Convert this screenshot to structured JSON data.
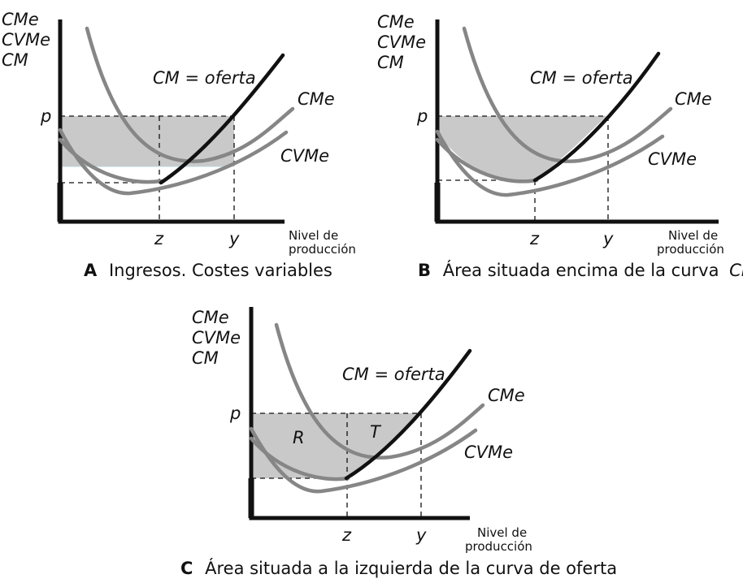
{
  "panels": [
    {
      "id": "A",
      "y_axis_labels": [
        "CMe",
        "CVMe",
        "CM"
      ],
      "price_label": "p",
      "x_tick_labels": [
        "z",
        "y"
      ],
      "x_axis_label_lines": [
        "Nivel de",
        "producción"
      ],
      "curve_labels": {
        "mc": "CM = oferta",
        "ac": "CMe",
        "avc": "CVMe"
      },
      "region_labels": [],
      "caption_letter": "A",
      "caption_text": "Ingresos. Costes variables",
      "caption_italic": ""
    },
    {
      "id": "B",
      "y_axis_labels": [
        "CMe",
        "CVMe",
        "CM"
      ],
      "price_label": "p",
      "x_tick_labels": [
        "z",
        "y"
      ],
      "x_axis_label_lines": [
        "Nivel de",
        "producción"
      ],
      "curve_labels": {
        "mc": "CM = oferta",
        "ac": "CMe",
        "avc": "CVMe"
      },
      "region_labels": [],
      "caption_letter": "B",
      "caption_text": "Área situada encima de la curva",
      "caption_italic": "CM"
    },
    {
      "id": "C",
      "y_axis_labels": [
        "CMe",
        "CVMe",
        "CM"
      ],
      "price_label": "p",
      "x_tick_labels": [
        "z",
        "y"
      ],
      "x_axis_label_lines": [
        "Nivel de",
        "producción"
      ],
      "curve_labels": {
        "mc": "CM = oferta",
        "ac": "CMe",
        "avc": "CVMe"
      },
      "region_labels": [
        "R",
        "T"
      ],
      "caption_letter": "C",
      "caption_text": "Área situada a la izquierda de la curva de oferta",
      "caption_italic": ""
    }
  ],
  "colors": {
    "axis": "#111111",
    "marginal_cost_curve": "#111111",
    "average_curves": "#868686",
    "shaded_area": "#c9c9c9"
  }
}
